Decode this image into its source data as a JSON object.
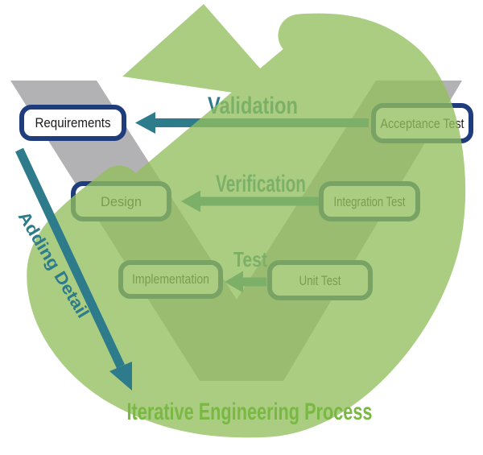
{
  "diagram": {
    "title_hint": "V-model with iterative cycle",
    "boxes": [
      {
        "id": "requirements",
        "label": "Requirements"
      },
      {
        "id": "design",
        "label": "Design"
      },
      {
        "id": "implementation",
        "label": "Implementation"
      },
      {
        "id": "acceptance-test",
        "label": "Acceptance Test"
      },
      {
        "id": "integration-test",
        "label": "Integration Test"
      },
      {
        "id": "unit-test",
        "label": "Unit Test"
      }
    ],
    "arrows": [
      {
        "id": "validation",
        "label": "Validation",
        "from": "Acceptance Test",
        "to": "Requirements"
      },
      {
        "id": "verification",
        "label": "Verification",
        "from": "Integration Test",
        "to": "Design"
      },
      {
        "id": "test",
        "label": "Test",
        "from": "Unit Test",
        "to": "Implementation"
      },
      {
        "id": "adding-detail",
        "label": "Adding Detail",
        "from": "Requirements",
        "to": "Implementation"
      }
    ],
    "caption": "Iterative Engineering Process"
  },
  "colors": {
    "teal": "#2E7B8B",
    "navy": "#1F3C7C",
    "gray": "#B2B2B4",
    "ring_green": "#93C05F",
    "caption_green": "#7AB844",
    "box_text": "#1A1A1A",
    "background": "#FFFFFF"
  }
}
